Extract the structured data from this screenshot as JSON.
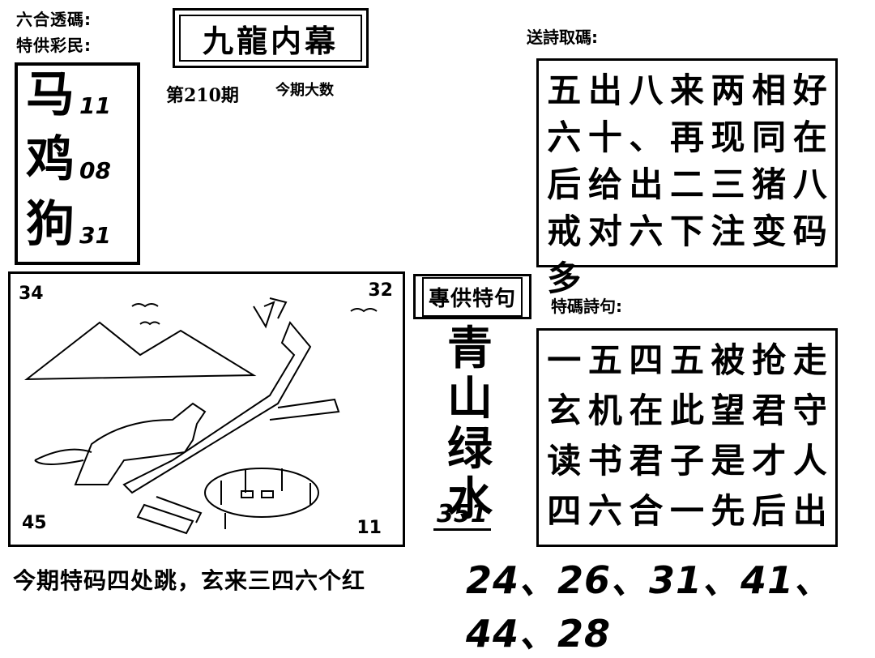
{
  "header": {
    "line1": "六合透碼:",
    "line2": "特供彩民:",
    "title": "九龍内幕",
    "issue": "第210期",
    "subtitle": "今期大数"
  },
  "zodiac": [
    {
      "char": "马",
      "num": "11"
    },
    {
      "char": "鸡",
      "num": "08"
    },
    {
      "char": "狗",
      "num": "31"
    }
  ],
  "poem_top": {
    "label": "送詩取碼:",
    "lines": [
      "五出八来两相好",
      "六十、再现同在后",
      "给出二三猪八戒",
      "对六下注变码多"
    ]
  },
  "poem_bottom": {
    "label": "特碼詩句:",
    "lines": [
      "一五四五被抢走",
      "玄机在此望君守",
      "读书君子是才人",
      "四六合一先后出"
    ]
  },
  "picture": {
    "corner_tl": "34",
    "corner_tr": "32",
    "corner_bl": "45",
    "corner_br": "11"
  },
  "special": {
    "label": "專供特句",
    "phrase_chars": [
      "青",
      "山",
      "绿",
      "水"
    ],
    "number": "351"
  },
  "bottom": {
    "text": "今期特码四处跳，玄来三四六个红",
    "numbers": "24、26、31、41、44、28"
  }
}
